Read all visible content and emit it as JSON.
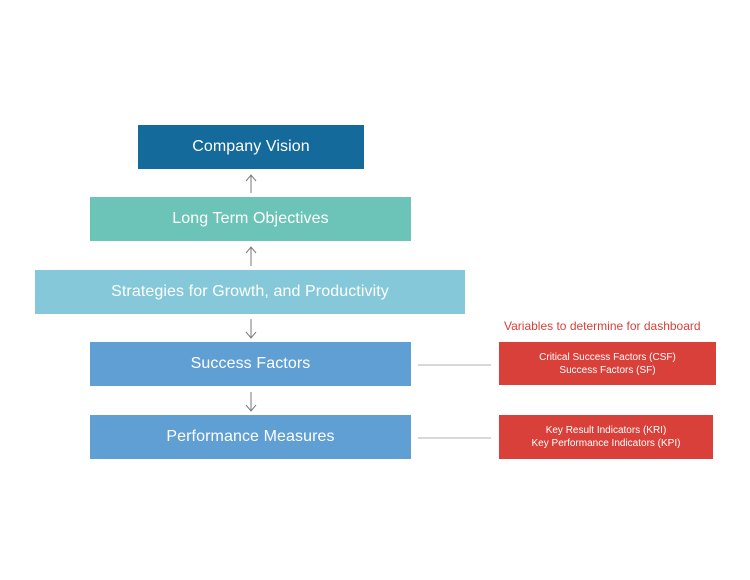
{
  "diagram": {
    "nodes": {
      "vision": "Company Vision",
      "objectives": "Long Term Objectives",
      "strategies": "Strategies for Growth, and Productivity",
      "success": "Success Factors",
      "performance": "Performance Measures"
    },
    "note": "Variables to determine for dashboard",
    "success_details": {
      "line1": "Critical Success Factors (CSF)",
      "line2": "Success Factors (SF)"
    },
    "performance_details": {
      "line1": "Key Result Indicators (KRI)",
      "line2": "Key Performance Indicators (KPI)"
    },
    "colors": {
      "vision": "#146a9a",
      "objectives": "#6cc4b8",
      "strategies": "#84c8d9",
      "measures": "#5f9fd4",
      "accent": "#d9403a",
      "connector": "#888888"
    }
  }
}
